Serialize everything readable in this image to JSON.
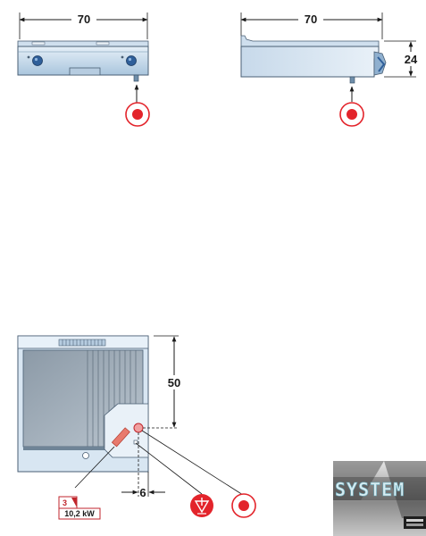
{
  "front_view": {
    "width_label": "70"
  },
  "side_view": {
    "width_label": "70",
    "height_label": "24"
  },
  "top_view": {
    "depth_label": "50",
    "offset_label": "6"
  },
  "power_badge": {
    "phase_label": "3",
    "power_label": "10,2 kW"
  },
  "logo": {
    "text": "SYSTEM"
  },
  "colors": {
    "steel_light": "#d9e8f4",
    "steel_mid": "#a8c4dc",
    "steel_dark": "#6f8eaa",
    "outline": "#4a5f74",
    "connection_red": "#e3242b",
    "knob_blue": "#2f5f9a"
  },
  "icons": {
    "electrical_connection": "red-dot-connection-icon",
    "equipotential_connection": "equipotential-terminal-icon"
  }
}
